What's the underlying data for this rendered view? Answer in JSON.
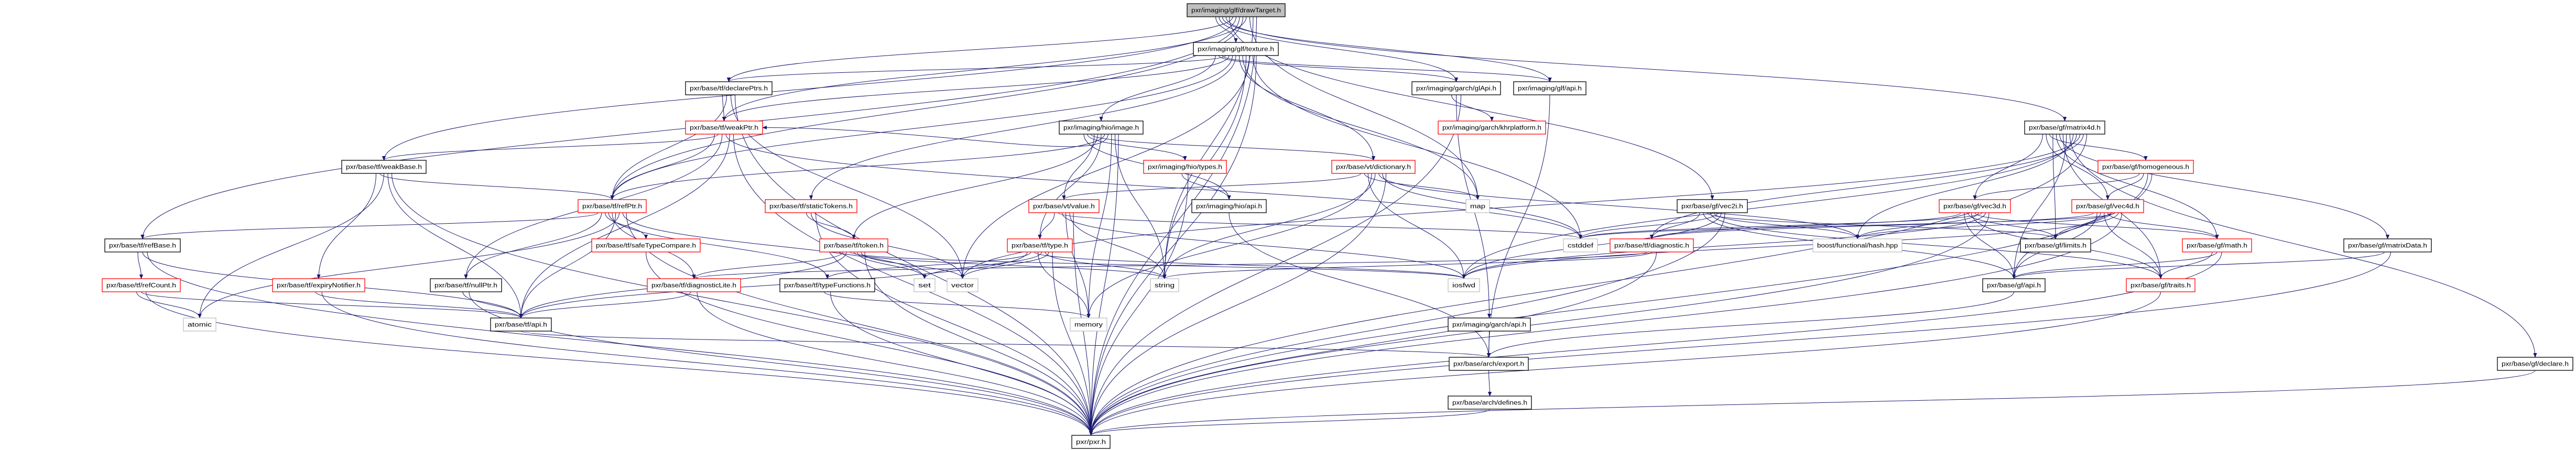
{
  "title": "pxr/imaging/glf/drawTarget.h",
  "colors": {
    "edge": "#191970",
    "root_fill": "#bfbfbf",
    "normal_border": "#000000",
    "truncated_border": "#ff0000",
    "external_border": "#bfbfbf"
  },
  "nodes": [
    {
      "id": "drawTarget",
      "label": "pxr/imaging/glf/drawTarget.h",
      "kind": "root"
    },
    {
      "id": "texture",
      "label": "pxr/imaging/glf/texture.h",
      "kind": "normal"
    },
    {
      "id": "declarePtrs",
      "label": "pxr/base/tf/declarePtrs.h",
      "kind": "normal"
    },
    {
      "id": "glApi",
      "label": "pxr/imaging/garch/glApi.h",
      "kind": "normal"
    },
    {
      "id": "glfApi",
      "label": "pxr/imaging/glf/api.h",
      "kind": "normal"
    },
    {
      "id": "weakPtr",
      "label": "pxr/base/tf/weakPtr.h",
      "kind": "red"
    },
    {
      "id": "hioImage",
      "label": "pxr/imaging/hio/image.h",
      "kind": "normal"
    },
    {
      "id": "khr",
      "label": "pxr/imaging/garch/khrplatform.h",
      "kind": "red"
    },
    {
      "id": "matrix4d",
      "label": "pxr/base/gf/matrix4d.h",
      "kind": "normal"
    },
    {
      "id": "weakBase",
      "label": "pxr/base/tf/weakBase.h",
      "kind": "normal"
    },
    {
      "id": "hioTypes",
      "label": "pxr/imaging/hio/types.h",
      "kind": "red"
    },
    {
      "id": "dictionary",
      "label": "pxr/base/vt/dictionary.h",
      "kind": "red"
    },
    {
      "id": "homogeneous",
      "label": "pxr/base/gf/homogeneous.h",
      "kind": "red"
    },
    {
      "id": "refPtr",
      "label": "pxr/base/tf/refPtr.h",
      "kind": "red"
    },
    {
      "id": "staticTokens",
      "label": "pxr/base/tf/staticTokens.h",
      "kind": "red"
    },
    {
      "id": "value",
      "label": "pxr/base/vt/value.h",
      "kind": "red"
    },
    {
      "id": "hioApi",
      "label": "pxr/imaging/hio/api.h",
      "kind": "normal"
    },
    {
      "id": "map",
      "label": "map",
      "kind": "gray"
    },
    {
      "id": "vec2i",
      "label": "pxr/base/gf/vec2i.h",
      "kind": "normal"
    },
    {
      "id": "vec3d",
      "label": "pxr/base/gf/vec3d.h",
      "kind": "red"
    },
    {
      "id": "vec4d",
      "label": "pxr/base/gf/vec4d.h",
      "kind": "red"
    },
    {
      "id": "refBase",
      "label": "pxr/base/tf/refBase.h",
      "kind": "normal"
    },
    {
      "id": "safeTypeCompare",
      "label": "pxr/base/tf/safeTypeCompare.h",
      "kind": "red"
    },
    {
      "id": "token",
      "label": "pxr/base/tf/token.h",
      "kind": "red"
    },
    {
      "id": "type",
      "label": "pxr/base/tf/type.h",
      "kind": "red"
    },
    {
      "id": "cstddef",
      "label": "cstddef",
      "kind": "gray"
    },
    {
      "id": "diagnostic",
      "label": "pxr/base/tf/diagnostic.h",
      "kind": "red"
    },
    {
      "id": "boostHash",
      "label": "boost/functional/hash.hpp",
      "kind": "gray"
    },
    {
      "id": "limits",
      "label": "pxr/base/gf/limits.h",
      "kind": "normal"
    },
    {
      "id": "math",
      "label": "pxr/base/gf/math.h",
      "kind": "red"
    },
    {
      "id": "matrixData",
      "label": "pxr/base/gf/matrixData.h",
      "kind": "normal"
    },
    {
      "id": "refCount",
      "label": "pxr/base/tf/refCount.h",
      "kind": "red"
    },
    {
      "id": "expiry",
      "label": "pxr/base/tf/expiryNotifier.h",
      "kind": "red"
    },
    {
      "id": "nullPtr",
      "label": "pxr/base/tf/nullPtr.h",
      "kind": "normal"
    },
    {
      "id": "diagLite",
      "label": "pxr/base/tf/diagnosticLite.h",
      "kind": "red"
    },
    {
      "id": "typeFunctions",
      "label": "pxr/base/tf/typeFunctions.h",
      "kind": "normal"
    },
    {
      "id": "set",
      "label": "set",
      "kind": "gray"
    },
    {
      "id": "vector",
      "label": "vector",
      "kind": "gray"
    },
    {
      "id": "string",
      "label": "string",
      "kind": "gray"
    },
    {
      "id": "iosfwd",
      "label": "iosfwd",
      "kind": "gray"
    },
    {
      "id": "gfApi",
      "label": "pxr/base/gf/api.h",
      "kind": "normal"
    },
    {
      "id": "traits",
      "label": "pxr/base/gf/traits.h",
      "kind": "red"
    },
    {
      "id": "atomic",
      "label": "atomic",
      "kind": "gray"
    },
    {
      "id": "tfApi",
      "label": "pxr/base/tf/api.h",
      "kind": "normal"
    },
    {
      "id": "memory",
      "label": "memory",
      "kind": "gray"
    },
    {
      "id": "garchApi",
      "label": "pxr/imaging/garch/api.h",
      "kind": "normal"
    },
    {
      "id": "archExport",
      "label": "pxr/base/arch/export.h",
      "kind": "normal"
    },
    {
      "id": "declare",
      "label": "pxr/base/gf/declare.h",
      "kind": "normal"
    },
    {
      "id": "defines",
      "label": "pxr/base/arch/defines.h",
      "kind": "normal"
    },
    {
      "id": "pxr",
      "label": "pxr/pxr.h",
      "kind": "normal"
    }
  ],
  "edges": [
    [
      "drawTarget",
      "texture"
    ],
    [
      "drawTarget",
      "glApi"
    ],
    [
      "drawTarget",
      "glfApi"
    ],
    [
      "drawTarget",
      "matrix4d"
    ],
    [
      "drawTarget",
      "vec2i"
    ],
    [
      "drawTarget",
      "declarePtrs"
    ],
    [
      "drawTarget",
      "weakBase"
    ],
    [
      "drawTarget",
      "refBase"
    ],
    [
      "drawTarget",
      "refPtr"
    ],
    [
      "drawTarget",
      "weakPtr"
    ],
    [
      "drawTarget",
      "map"
    ],
    [
      "drawTarget",
      "string"
    ],
    [
      "drawTarget",
      "pxr"
    ],
    [
      "texture",
      "hioImage"
    ],
    [
      "texture",
      "glApi"
    ],
    [
      "texture",
      "glfApi"
    ],
    [
      "texture",
      "declarePtrs"
    ],
    [
      "texture",
      "weakPtr"
    ],
    [
      "texture",
      "refPtr"
    ],
    [
      "texture",
      "staticTokens"
    ],
    [
      "texture",
      "dictionary"
    ],
    [
      "texture",
      "map"
    ],
    [
      "texture",
      "string"
    ],
    [
      "texture",
      "vector"
    ],
    [
      "texture",
      "cstddef"
    ],
    [
      "texture",
      "pxr"
    ],
    [
      "declarePtrs",
      "weakPtr"
    ],
    [
      "declarePtrs",
      "refPtr"
    ],
    [
      "declarePtrs",
      "vector"
    ],
    [
      "declarePtrs",
      "pxr"
    ],
    [
      "weakPtr",
      "refPtr"
    ],
    [
      "weakPtr",
      "weakBase"
    ],
    [
      "weakPtr",
      "nullPtr"
    ],
    [
      "weakPtr",
      "cstddef"
    ],
    [
      "weakPtr",
      "tfApi"
    ],
    [
      "weakPtr",
      "pxr"
    ],
    [
      "glApi",
      "khr"
    ],
    [
      "glApi",
      "garchApi"
    ],
    [
      "glApi",
      "pxr"
    ],
    [
      "glfApi",
      "archExport"
    ],
    [
      "hioImage",
      "hioApi"
    ],
    [
      "hioImage",
      "hioTypes"
    ],
    [
      "hioImage",
      "dictionary"
    ],
    [
      "hioImage",
      "value"
    ],
    [
      "hioImage",
      "token"
    ],
    [
      "hioImage",
      "type"
    ],
    [
      "hioImage",
      "refPtr"
    ],
    [
      "hioImage",
      "weakPtr"
    ],
    [
      "hioImage",
      "memory"
    ],
    [
      "hioImage",
      "string"
    ],
    [
      "hioImage",
      "pxr"
    ],
    [
      "hioTypes",
      "hioApi"
    ],
    [
      "hioTypes",
      "pxr"
    ],
    [
      "hioApi",
      "archExport"
    ],
    [
      "dictionary",
      "value"
    ],
    [
      "dictionary",
      "map"
    ],
    [
      "dictionary",
      "iosfwd"
    ],
    [
      "dictionary",
      "memory"
    ],
    [
      "dictionary",
      "string"
    ],
    [
      "dictionary",
      "boostHash"
    ],
    [
      "dictionary",
      "cstddef"
    ],
    [
      "dictionary",
      "pxr"
    ],
    [
      "value",
      "type"
    ],
    [
      "value",
      "cstddef"
    ],
    [
      "value",
      "iosfwd"
    ],
    [
      "value",
      "memory"
    ],
    [
      "value",
      "string"
    ],
    [
      "value",
      "pxr"
    ],
    [
      "weakBase",
      "expiry"
    ],
    [
      "weakBase",
      "refPtr"
    ],
    [
      "weakBase",
      "atomic"
    ],
    [
      "weakBase",
      "tfApi"
    ],
    [
      "weakBase",
      "pxr"
    ],
    [
      "refPtr",
      "refBase"
    ],
    [
      "refPtr",
      "nullPtr"
    ],
    [
      "refPtr",
      "safeTypeCompare"
    ],
    [
      "refPtr",
      "typeFunctions"
    ],
    [
      "refPtr",
      "diagLite"
    ],
    [
      "refPtr",
      "tfApi"
    ],
    [
      "refPtr",
      "atomic"
    ],
    [
      "refPtr",
      "set"
    ],
    [
      "refPtr",
      "pxr"
    ],
    [
      "staticTokens",
      "token"
    ],
    [
      "staticTokens",
      "vector"
    ],
    [
      "staticTokens",
      "pxr"
    ],
    [
      "refBase",
      "refCount"
    ],
    [
      "refBase",
      "tfApi"
    ],
    [
      "refBase",
      "pxr"
    ],
    [
      "refCount",
      "atomic"
    ],
    [
      "refCount",
      "tfApi"
    ],
    [
      "refCount",
      "pxr"
    ],
    [
      "expiry",
      "tfApi"
    ],
    [
      "expiry",
      "pxr"
    ],
    [
      "nullPtr",
      "tfApi"
    ],
    [
      "nullPtr",
      "pxr"
    ],
    [
      "safeTypeCompare",
      "pxr"
    ],
    [
      "token",
      "diagLite"
    ],
    [
      "token",
      "tfApi"
    ],
    [
      "token",
      "iosfwd"
    ],
    [
      "token",
      "string"
    ],
    [
      "token",
      "set"
    ],
    [
      "token",
      "vector"
    ],
    [
      "token",
      "pxr"
    ],
    [
      "type",
      "tfApi"
    ],
    [
      "type",
      "typeFunctions"
    ],
    [
      "type",
      "iosfwd"
    ],
    [
      "type",
      "memory"
    ],
    [
      "type",
      "set"
    ],
    [
      "type",
      "string"
    ],
    [
      "type",
      "vector"
    ],
    [
      "type",
      "pxr"
    ],
    [
      "diagLite",
      "tfApi"
    ],
    [
      "diagLite",
      "pxr"
    ],
    [
      "typeFunctions",
      "memory"
    ],
    [
      "typeFunctions",
      "pxr"
    ],
    [
      "tfApi",
      "archExport"
    ],
    [
      "garchApi",
      "archExport"
    ],
    [
      "archExport",
      "defines"
    ],
    [
      "defines",
      "pxr"
    ],
    [
      "matrix4d",
      "vec3d"
    ],
    [
      "matrix4d",
      "vec4d"
    ],
    [
      "matrix4d",
      "homogeneous"
    ],
    [
      "matrix4d",
      "limits"
    ],
    [
      "matrix4d",
      "math"
    ],
    [
      "matrix4d",
      "matrixData"
    ],
    [
      "matrix4d",
      "traits"
    ],
    [
      "matrix4d",
      "gfApi"
    ],
    [
      "matrix4d",
      "declare"
    ],
    [
      "matrix4d",
      "boostHash"
    ],
    [
      "matrix4d",
      "iosfwd"
    ],
    [
      "matrix4d",
      "vector"
    ],
    [
      "matrix4d",
      "diagnostic"
    ],
    [
      "matrix4d",
      "pxr"
    ],
    [
      "homogeneous",
      "vec3d"
    ],
    [
      "homogeneous",
      "vec4d"
    ],
    [
      "homogeneous",
      "gfApi"
    ],
    [
      "homogeneous",
      "pxr"
    ],
    [
      "vec2i",
      "diagnostic"
    ],
    [
      "vec2i",
      "gfApi"
    ],
    [
      "vec2i",
      "limits"
    ],
    [
      "vec2i",
      "traits"
    ],
    [
      "vec2i",
      "boostHash"
    ],
    [
      "vec2i",
      "cstddef"
    ],
    [
      "vec2i",
      "iosfwd"
    ],
    [
      "vec2i",
      "pxr"
    ],
    [
      "vec3d",
      "diagnostic"
    ],
    [
      "vec3d",
      "gfApi"
    ],
    [
      "vec3d",
      "limits"
    ],
    [
      "vec3d",
      "traits"
    ],
    [
      "vec3d",
      "math"
    ],
    [
      "vec3d",
      "boostHash"
    ],
    [
      "vec3d",
      "cstddef"
    ],
    [
      "vec3d",
      "iosfwd"
    ],
    [
      "vec3d",
      "pxr"
    ],
    [
      "vec4d",
      "diagnostic"
    ],
    [
      "vec4d",
      "gfApi"
    ],
    [
      "vec4d",
      "limits"
    ],
    [
      "vec4d",
      "traits"
    ],
    [
      "vec4d",
      "math"
    ],
    [
      "vec4d",
      "boostHash"
    ],
    [
      "vec4d",
      "cstddef"
    ],
    [
      "vec4d",
      "iosfwd"
    ],
    [
      "vec4d",
      "pxr"
    ],
    [
      "diagnostic",
      "diagLite"
    ],
    [
      "diagnostic",
      "string"
    ],
    [
      "diagnostic",
      "pxr"
    ],
    [
      "math",
      "traits"
    ],
    [
      "math",
      "gfApi"
    ],
    [
      "math",
      "pxr"
    ],
    [
      "matrixData",
      "gfApi"
    ],
    [
      "matrixData",
      "pxr"
    ],
    [
      "traits",
      "pxr"
    ],
    [
      "gfApi",
      "archExport"
    ],
    [
      "declare",
      "pxr"
    ]
  ]
}
